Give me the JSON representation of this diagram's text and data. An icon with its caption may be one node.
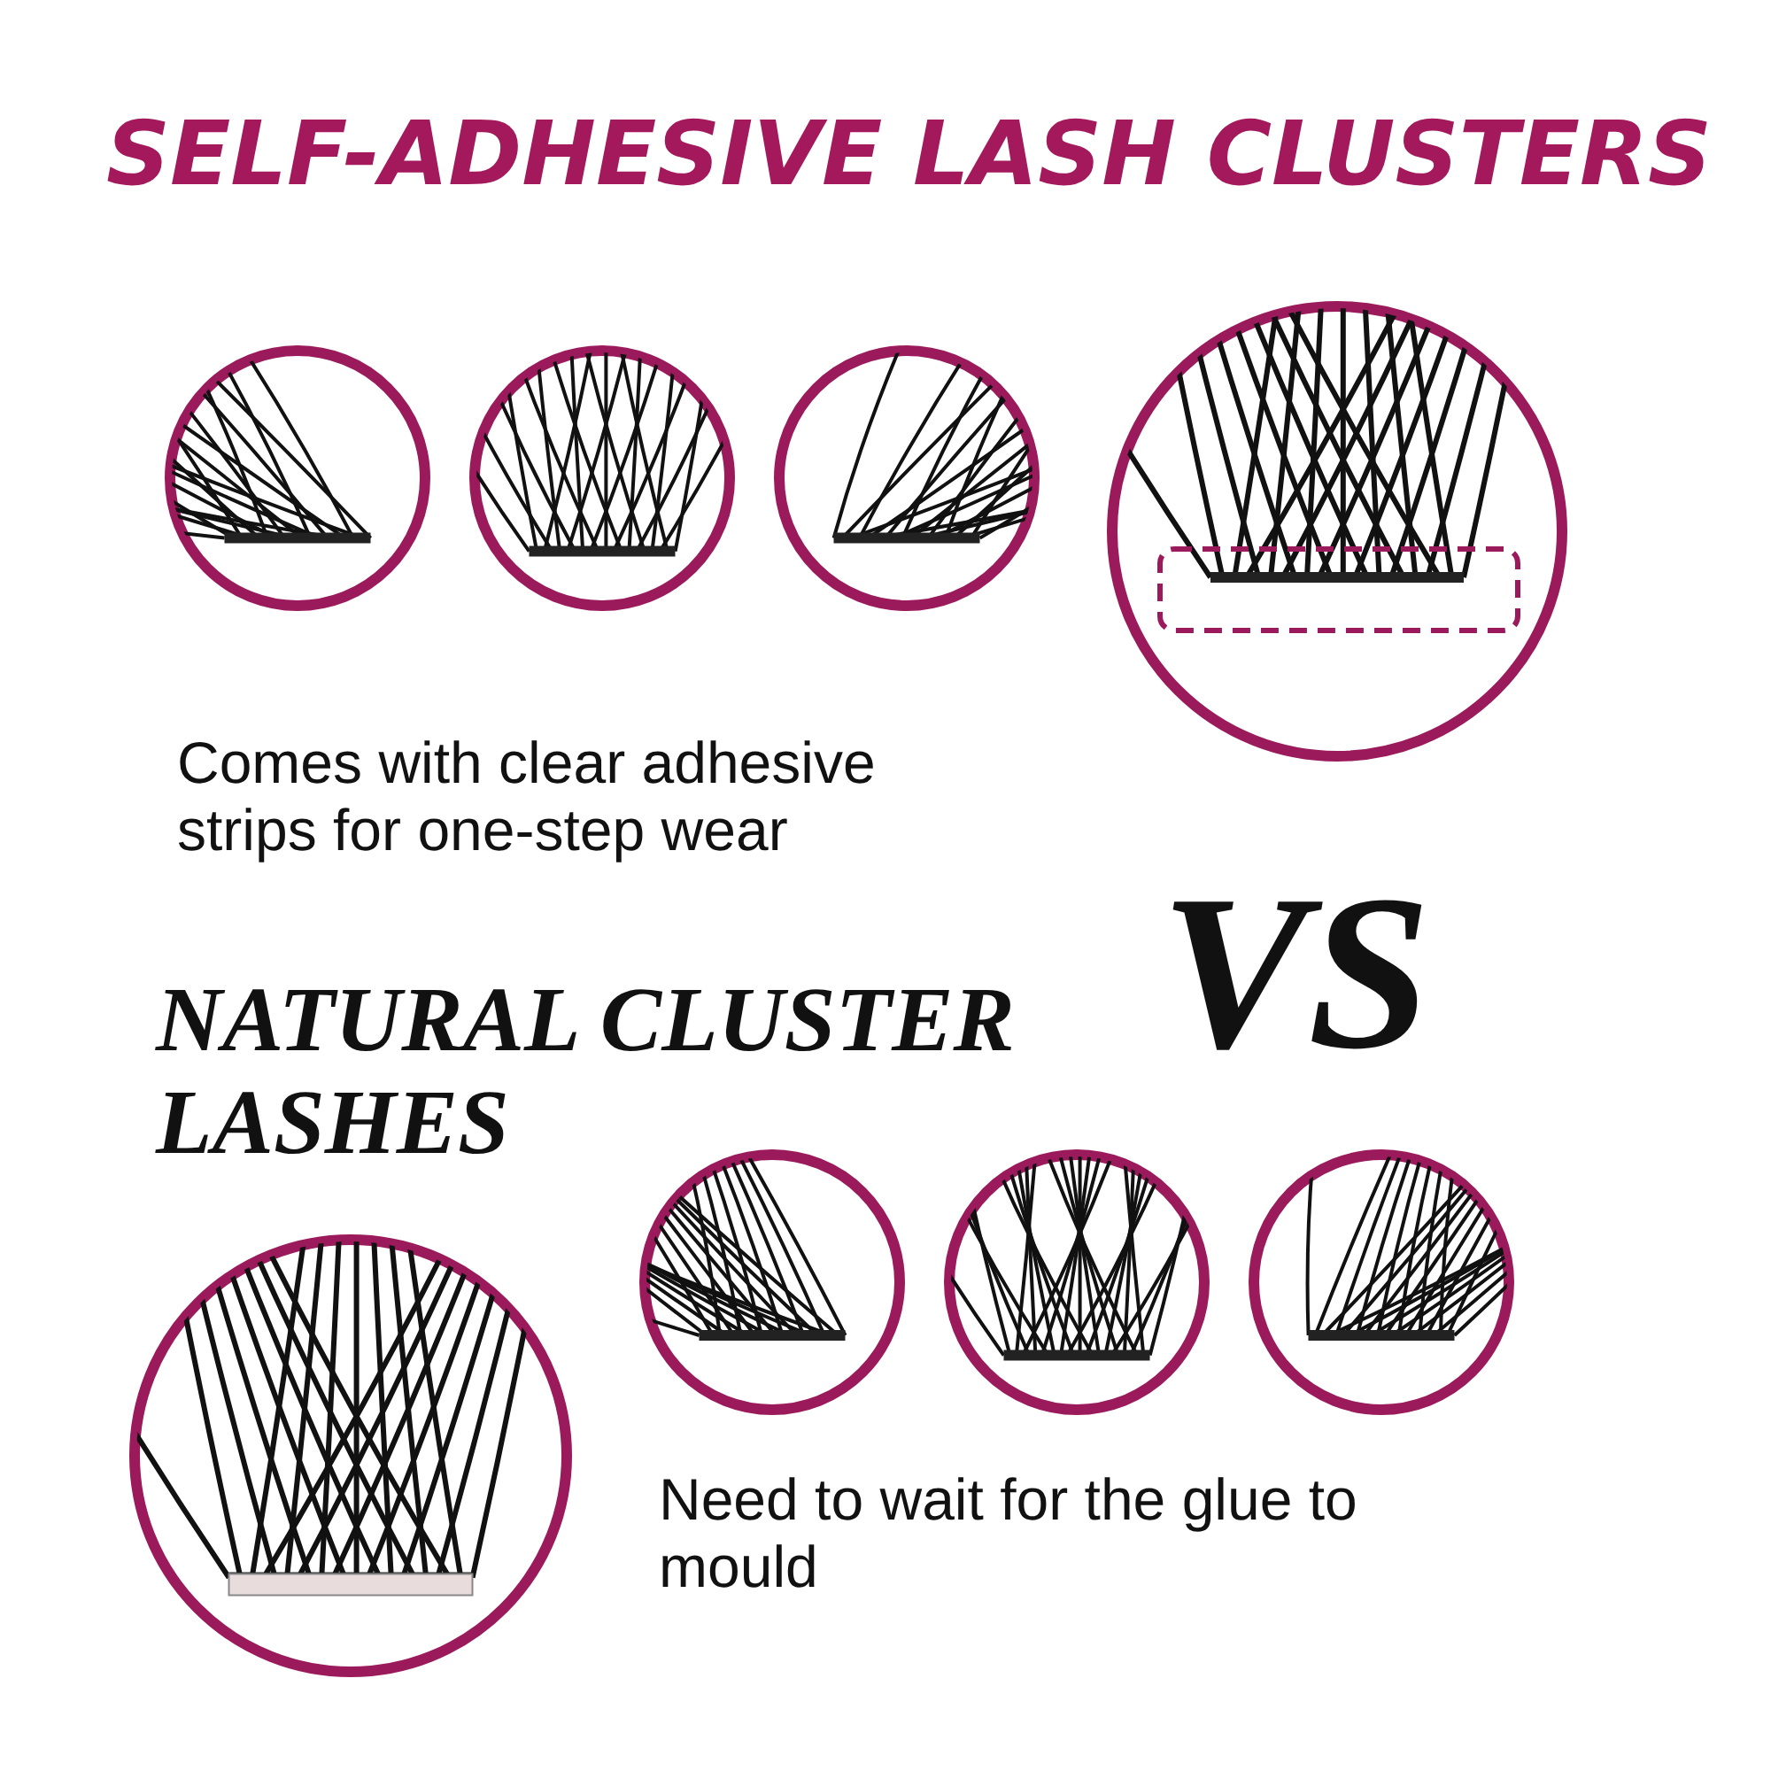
{
  "diagram": {
    "title": "SELF-ADHESIVE LASH CLUSTERS",
    "labels": [
      "Comes with clear adhesive strips for one-step wear",
      "VS",
      "NATURAL CLUSTER LASHES",
      "Need to wait for the glue to mould"
    ]
  }
}
